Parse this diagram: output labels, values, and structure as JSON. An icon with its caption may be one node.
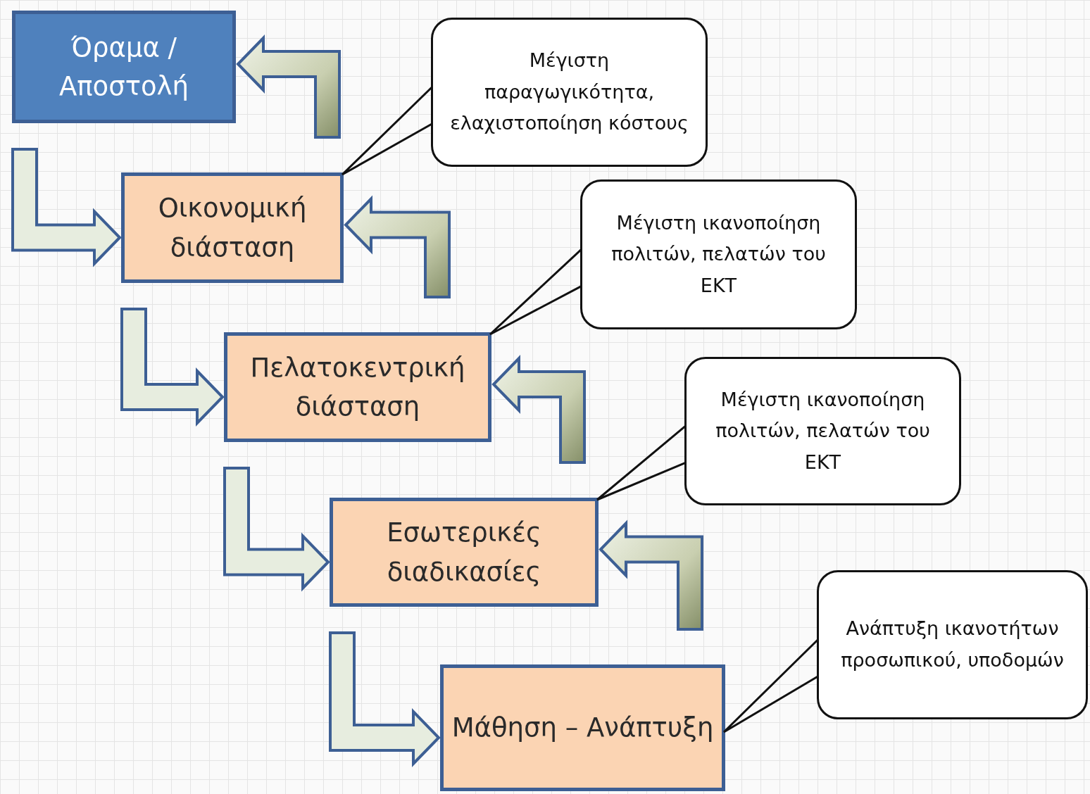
{
  "diagram": {
    "nodes": [
      {
        "text": [
          "Όραμα / Αποστολή"
        ]
      },
      {
        "text": [
          "Μέγιστη παραγωγικότητα, ελαχιστοποίηση κόστους"
        ]
      },
      {
        "text": [
          "Οικονομική διάσταση"
        ]
      },
      {
        "text": [
          "Μέγιστη ικανοποίηση πολιτών, πελατών του ΕΚΤ"
        ]
      },
      {
        "text": [
          "Πελατοκεντρική διάσταση"
        ]
      },
      {
        "text": [
          "Μέγιστη ικανοποίηση πολιτών, πελατών του ΕΚΤ"
        ]
      },
      {
        "text": [
          "Εσωτερικές διαδικασίες"
        ]
      },
      {
        "text": [
          "Ανάπτυξη ικανοτήτων προσωπικού, υποδομών"
        ]
      },
      {
        "text": [
          "Μάθηση – Ανάπτυξη"
        ]
      }
    ],
    "edges": [
      {
        "from": 2,
        "to": 0,
        "arrow": "to"
      },
      {
        "from": 0,
        "to": 2,
        "arrow": "to"
      },
      {
        "from": 1,
        "to": 2,
        "arrow": "none"
      },
      {
        "from": 4,
        "to": 2,
        "arrow": "to"
      },
      {
        "from": 2,
        "to": 4,
        "arrow": "to"
      },
      {
        "from": 3,
        "to": 4,
        "arrow": "none"
      },
      {
        "from": 6,
        "to": 4,
        "arrow": "to"
      },
      {
        "from": 4,
        "to": 6,
        "arrow": "to"
      },
      {
        "from": 5,
        "to": 6,
        "arrow": "none"
      },
      {
        "from": 8,
        "to": 6,
        "arrow": "to"
      },
      {
        "from": 6,
        "to": 8,
        "arrow": "to"
      },
      {
        "from": 7,
        "to": 8,
        "arrow": "none"
      }
    ]
  }
}
